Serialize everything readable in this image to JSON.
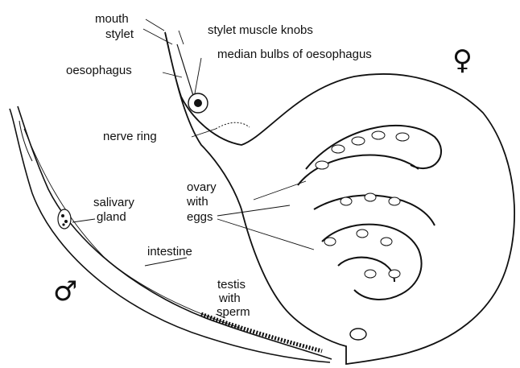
{
  "labels": {
    "mouth": "mouth",
    "stylet": "stylet",
    "stylet_muscle_knobs": "stylet muscle knobs",
    "median_bulbs": "median bulbs of oesophagus",
    "oesophagus": "oesophagus",
    "nerve_ring": "nerve ring",
    "salivary_1": "salivary",
    "salivary_2": "gland",
    "ovary_1": "ovary",
    "ovary_2": "with",
    "ovary_3": "eggs",
    "intestine": "intestine",
    "testis_1": "testis",
    "testis_2": "with",
    "testis_3": "sperm"
  },
  "symbols": {
    "female": "♀",
    "male": "♂"
  },
  "colors": {
    "ink": "#111111",
    "paper": "#ffffff"
  }
}
